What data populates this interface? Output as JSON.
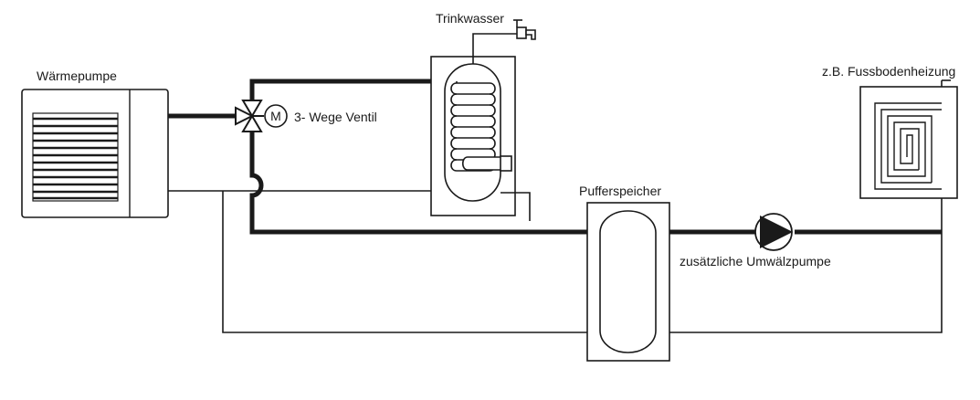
{
  "labels": {
    "heat_pump": "Wärmepumpe",
    "valve": "3- Wege Ventil",
    "motor": "M",
    "drinking_water": "Trinkwasser",
    "buffer_tank": "Pufferspeicher",
    "circulation_pump": "zusätzliche Umwälzpumpe",
    "floor_heating": "z.B. Fussbodenheizung"
  },
  "colors": {
    "line": "#1a1a1a",
    "background": "#ffffff"
  }
}
